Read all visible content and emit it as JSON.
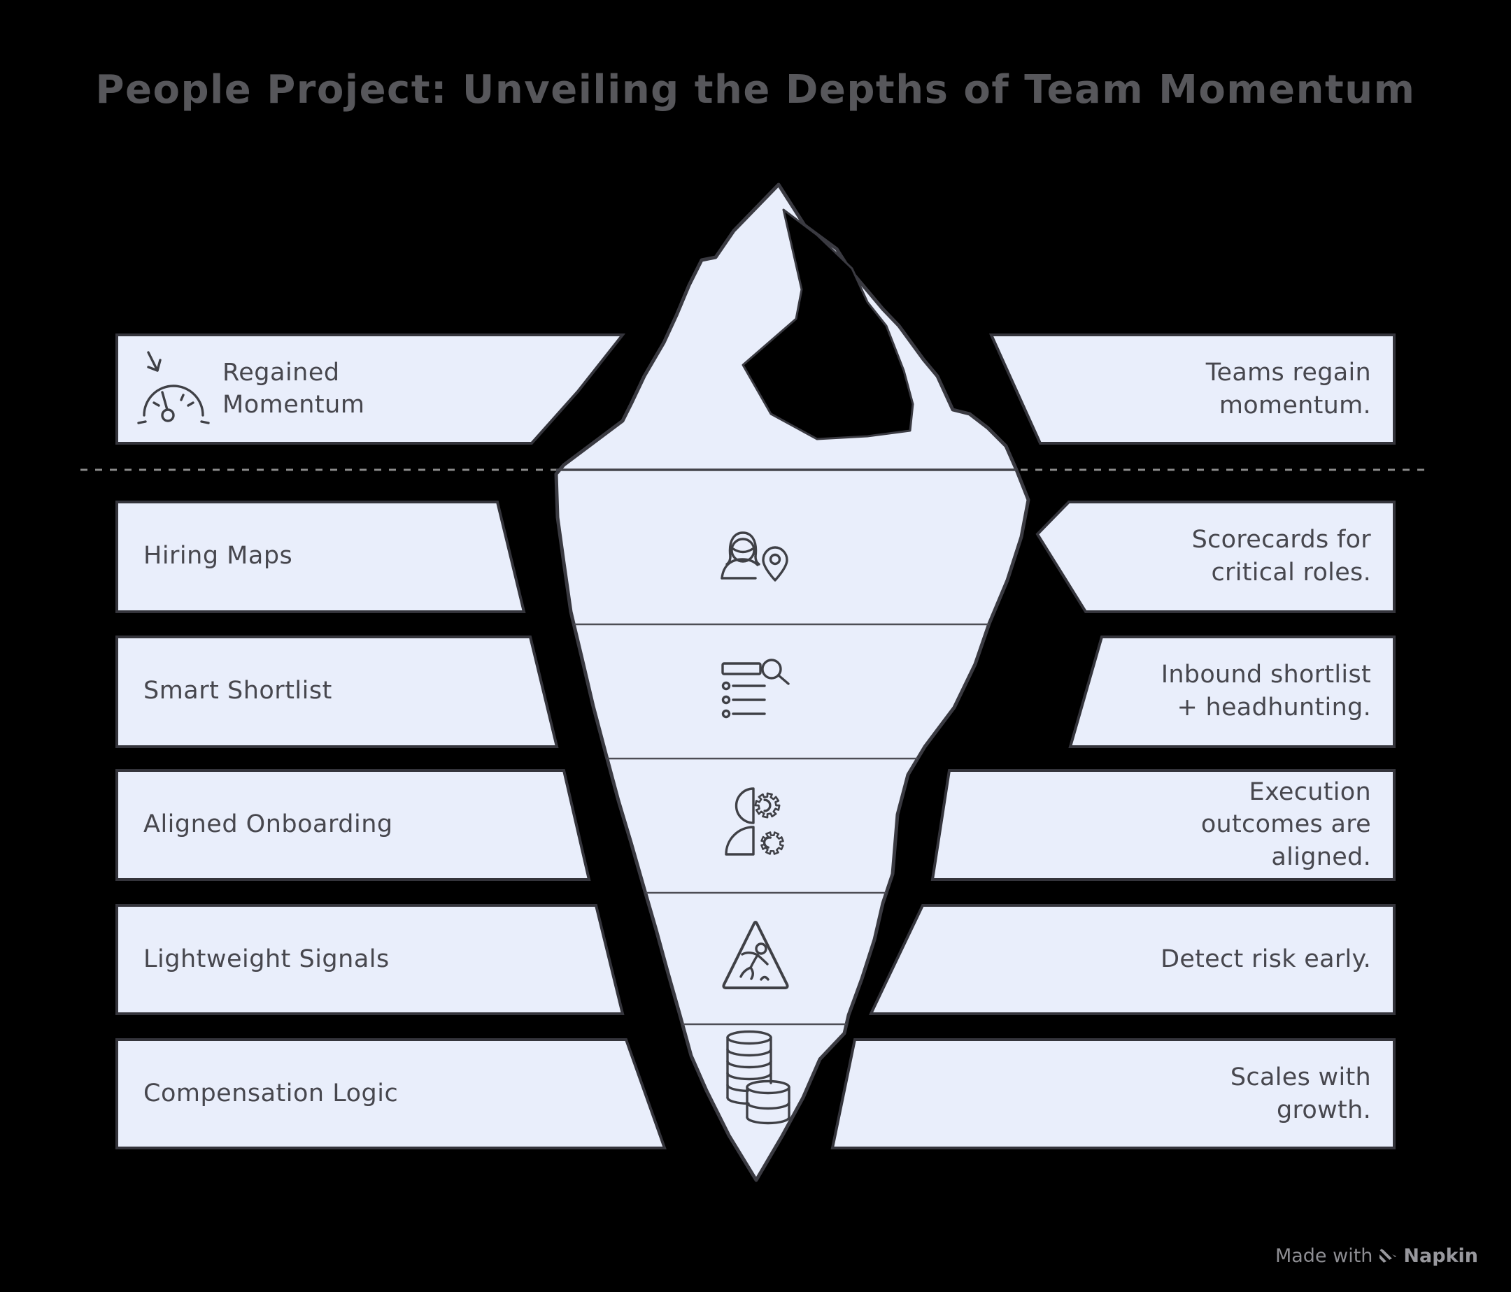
{
  "title": "People Project: Unveiling the Depths of Team Momentum",
  "rows": [
    {
      "label": "Regained Momentum",
      "description": "Teams regain momentum.",
      "icon": "gauge-momentum-icon",
      "position": "above-waterline"
    },
    {
      "label": "Hiring Maps",
      "description": "Scorecards for critical roles.",
      "icon": "person-location-icon",
      "position": "below-waterline"
    },
    {
      "label": "Smart Shortlist",
      "description": "Inbound shortlist + headhunting.",
      "icon": "search-list-icon",
      "position": "below-waterline"
    },
    {
      "label": "Aligned Onboarding",
      "description": "Execution outcomes are aligned.",
      "icon": "person-gears-icon",
      "position": "below-waterline"
    },
    {
      "label": "Lightweight Signals",
      "description": "Detect risk early.",
      "icon": "warning-runner-icon",
      "position": "below-waterline"
    },
    {
      "label": "Compensation Logic",
      "description": "Scales with growth.",
      "icon": "coins-stack-icon",
      "position": "below-waterline"
    }
  ],
  "footer": {
    "made_with": "Made with",
    "brand": "Napkin"
  },
  "colors": {
    "background": "#000000",
    "panel_fill": "#e9eefb",
    "panel_stroke": "#34343b",
    "text": "#47474e",
    "title": "#57575b",
    "waterline": "#8a8a8a",
    "footer_text": "#909095"
  }
}
